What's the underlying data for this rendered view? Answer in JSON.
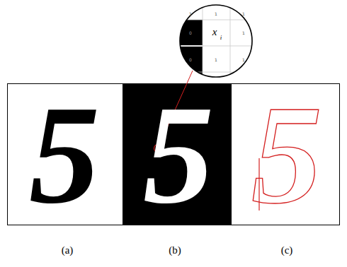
{
  "diagram": {
    "labels": [
      "5",
      "5",
      "5",
      "1",
      "1",
      "1",
      "0",
      "x",
      "i",
      "1",
      "0",
      "1",
      "1",
      "(a)",
      "(b)",
      "(c)"
    ]
  }
}
